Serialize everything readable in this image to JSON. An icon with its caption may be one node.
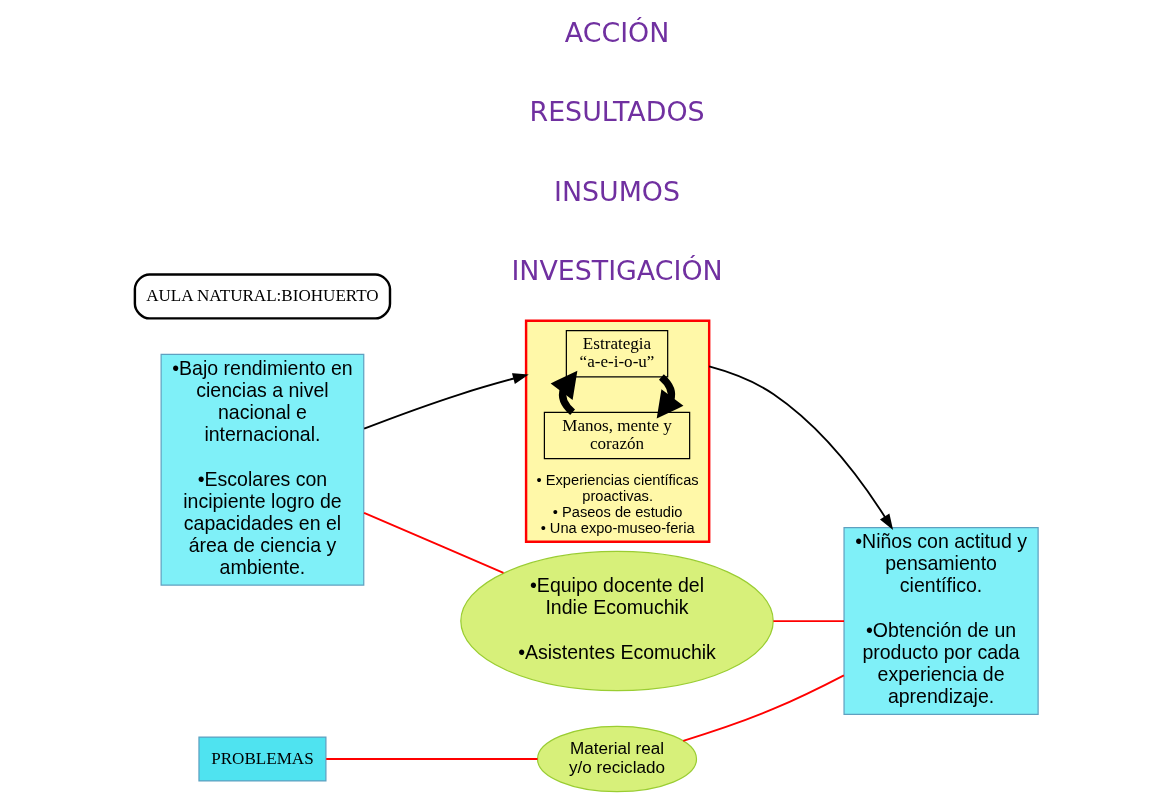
{
  "diagram": {
    "nodes": [
      {
        "text": [
          "Material real y/o reciclado"
        ]
      },
      {
        "text": [
          "PROBLEMAS"
        ]
      },
      {
        "text": [
          "•Bajo rendimiento en ciencias a nivel nacional e internacional.",
          "•Escolares con incipiente logro de capacidades en el área de ciencia y ambiente."
        ]
      },
      {
        "text": [
          "• Experiencias científicas proactivas.",
          "• Paseos de estudio",
          "• Una expo-museo-feria"
        ]
      },
      {
        "text": [
          "Estrategia “a-e-i-o-u”"
        ],
        "in": 3
      },
      {
        "text": [
          "Manos, mente y corazón"
        ],
        "in": 3
      },
      {
        "text": [
          "•Niños con actitud y pensamiento científico.",
          "•Obtención de un producto por cada experiencia de aprendizaje."
        ]
      },
      {
        "text": [
          "•Equipo docente del Indie Ecomuchik",
          "•Asistentes Ecomuchik"
        ]
      },
      {
        "text": [
          "AULA NATURAL:BIOHUERTO"
        ]
      }
    ],
    "edges": [
      {
        "from": 2,
        "to": 3,
        "arrow": "to"
      },
      {
        "from": 3,
        "to": 6,
        "arrow": "to"
      },
      {
        "from": 4,
        "to": 5,
        "arrow": "to",
        "style": "thick"
      },
      {
        "from": 5,
        "to": 4,
        "arrow": "to",
        "style": "thick"
      },
      {
        "from": 1,
        "to": 0,
        "arrow": "none",
        "color": "#ff0000"
      },
      {
        "from": 0,
        "to": 6,
        "arrow": "none",
        "color": "#ff0000"
      },
      {
        "from": 2,
        "to": 7,
        "arrow": "none",
        "color": "#ff0000"
      },
      {
        "from": 7,
        "to": 6,
        "arrow": "none",
        "color": "#ff0000"
      }
    ],
    "labels": [
      "INVESTIGACIÓN",
      "INSUMOS",
      "RESULTADOS",
      "ACCIÓN"
    ]
  }
}
